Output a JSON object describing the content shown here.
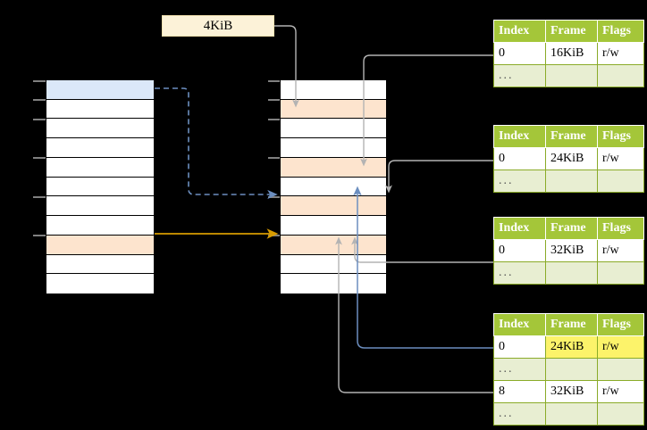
{
  "diagram": {
    "title_label": "4KiB",
    "left_column": {
      "name": "virtual-address-space",
      "row_count": 11,
      "rows": [
        {
          "fill": "blue"
        },
        {
          "fill": "white"
        },
        {
          "fill": "white"
        },
        {
          "fill": "white"
        },
        {
          "fill": "white"
        },
        {
          "fill": "white"
        },
        {
          "fill": "white"
        },
        {
          "fill": "white"
        },
        {
          "fill": "peach"
        },
        {
          "fill": "white"
        },
        {
          "fill": "white"
        }
      ]
    },
    "middle_column": {
      "name": "physical-memory",
      "row_count": 11,
      "rows": [
        {
          "fill": "white"
        },
        {
          "fill": "peach"
        },
        {
          "fill": "white"
        },
        {
          "fill": "white"
        },
        {
          "fill": "peach"
        },
        {
          "fill": "white"
        },
        {
          "fill": "peach"
        },
        {
          "fill": "white"
        },
        {
          "fill": "peach"
        },
        {
          "fill": "white"
        },
        {
          "fill": "white"
        },
        {
          "fill": "white"
        }
      ]
    },
    "colors": {
      "header_green": "#a4c639",
      "ellipsis_row": "#e8eed2",
      "highlight_yellow": "#fcf36a",
      "blue_row": "#dbe8f9",
      "peach_row": "#fde4ce",
      "orange_arrow": "#d79b00",
      "blue_arrow": "#6c8ebf",
      "gray_arrow": "#9e9e9e",
      "label_box": "#fcf2d8"
    }
  },
  "tables": [
    {
      "name": "page-table-level-0",
      "headers": [
        "Index",
        "Frame",
        "Flags"
      ],
      "rows": [
        {
          "kind": "data",
          "cells": [
            "0",
            "16KiB",
            "r/w"
          ],
          "highlight": [
            false,
            false,
            false
          ]
        },
        {
          "kind": "ellipsis",
          "cells": [
            "...",
            "",
            ""
          ],
          "highlight": [
            false,
            false,
            false
          ]
        }
      ]
    },
    {
      "name": "page-table-level-1",
      "headers": [
        "Index",
        "Frame",
        "Flags"
      ],
      "rows": [
        {
          "kind": "data",
          "cells": [
            "0",
            "24KiB",
            "r/w"
          ],
          "highlight": [
            false,
            false,
            false
          ]
        },
        {
          "kind": "ellipsis",
          "cells": [
            "...",
            "",
            ""
          ],
          "highlight": [
            false,
            false,
            false
          ]
        }
      ]
    },
    {
      "name": "page-table-level-2",
      "headers": [
        "Index",
        "Frame",
        "Flags"
      ],
      "rows": [
        {
          "kind": "data",
          "cells": [
            "0",
            "32KiB",
            "r/w"
          ],
          "highlight": [
            false,
            false,
            false
          ]
        },
        {
          "kind": "ellipsis",
          "cells": [
            "...",
            "",
            ""
          ],
          "highlight": [
            false,
            false,
            false
          ]
        }
      ]
    },
    {
      "name": "page-table-level-3",
      "headers": [
        "Index",
        "Frame",
        "Flags"
      ],
      "rows": [
        {
          "kind": "data",
          "cells": [
            "0",
            "24KiB",
            "r/w"
          ],
          "highlight": [
            false,
            true,
            true
          ]
        },
        {
          "kind": "ellipsis",
          "cells": [
            "...",
            "",
            ""
          ],
          "highlight": [
            false,
            false,
            false
          ]
        },
        {
          "kind": "data",
          "cells": [
            "8",
            "32KiB",
            "r/w"
          ],
          "highlight": [
            false,
            false,
            false
          ]
        },
        {
          "kind": "ellipsis",
          "cells": [
            "...",
            "",
            ""
          ],
          "highlight": [
            false,
            false,
            false
          ]
        }
      ]
    }
  ]
}
